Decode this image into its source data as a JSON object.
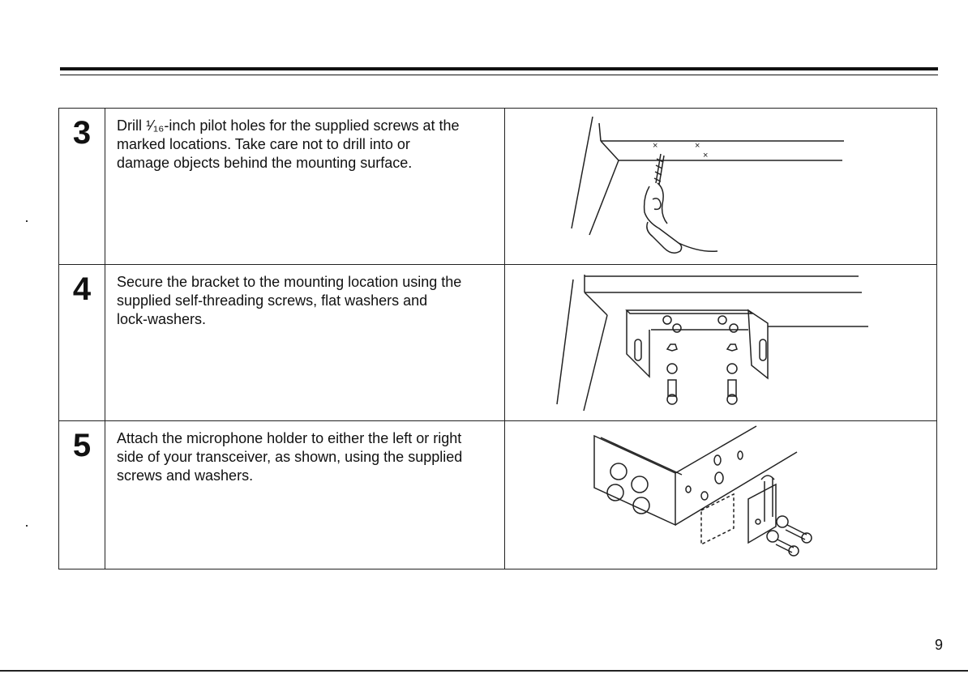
{
  "steps": [
    {
      "number": "3",
      "text": "Drill ¹⁄₁₆-inch pilot holes for the supplied screws at the\nmarked locations. Take care not to drill into or\ndamage objects behind the mounting surface."
    },
    {
      "number": "4",
      "text": "Secure the bracket to the mounting location using the\nsupplied self-threading screws, flat washers and\nlock-washers."
    },
    {
      "number": "5",
      "text": "Attach the microphone holder to either the left or right\nside of your transceiver, as shown, using the supplied\nscrews and washers."
    }
  ],
  "figures": [
    {
      "icon": "drilling-illustration-icon",
      "marks": [
        "×",
        "×",
        "×"
      ]
    },
    {
      "icon": "bracket-mounting-illustration-icon"
    },
    {
      "icon": "transceiver-holder-illustration-icon"
    }
  ],
  "page_number": "9"
}
